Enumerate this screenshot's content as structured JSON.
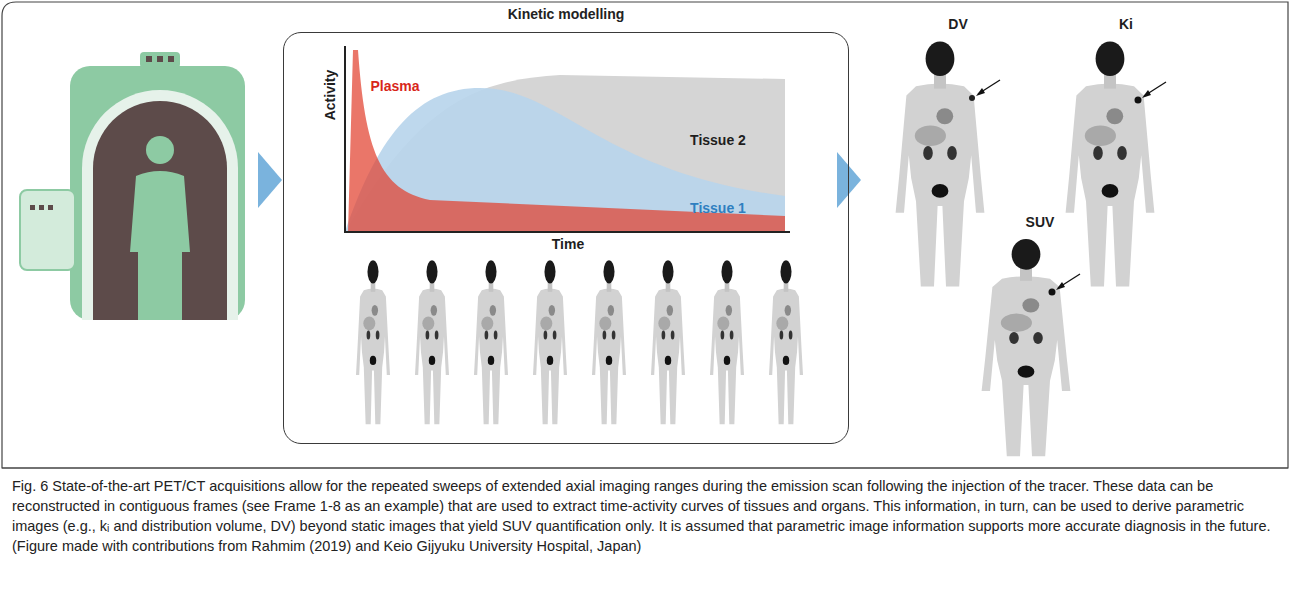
{
  "diagram": {
    "caption": "Fig. 6 State-of-the-art PET/CT acquisitions allow for the repeated sweeps of extended axial imaging ranges during the emission scan following the injection of the tracer. These data can be reconstructed in contiguous frames (see Frame 1-8 as an example) that are used to extract time-activity curves of tissues and organs. This information, in turn, can be used to derive parametric images (e.g., kᵢ and distribution volume, DV) beyond static images that yield SUV quantification only. It is assumed that parametric image information supports more accurate diagnosis in the future. (Figure made with contributions from Rahmim (2019) and Keio Gijyuku University Hospital, Japan)",
    "nodes": [
      {
        "text": [
          "Kinetic modelling"
        ]
      }
    ],
    "edges": [],
    "labels": [
      "Activity",
      "Time",
      "Plasma",
      "Tissue 2",
      "Tissue 1",
      "DV",
      "Ki",
      "SUV"
    ]
  }
}
